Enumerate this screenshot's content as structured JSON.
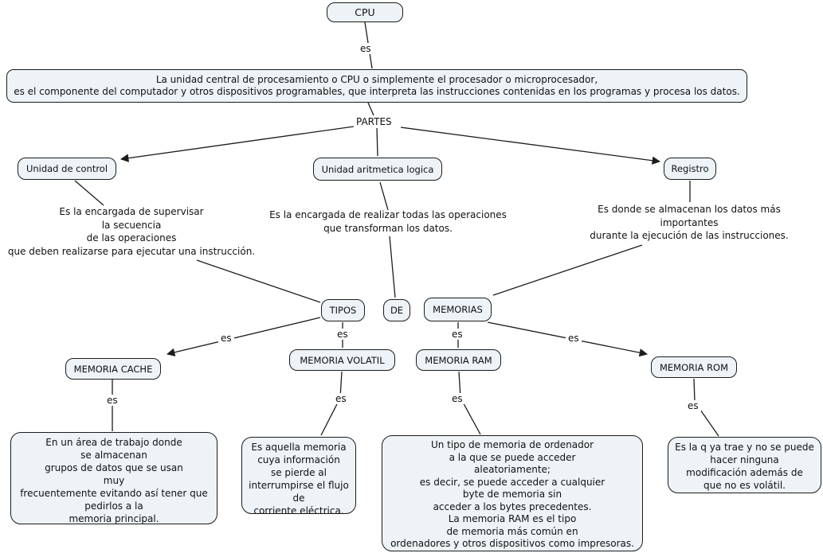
{
  "colors": {
    "background": "#ffffff",
    "node_fill": "#edf3f7",
    "node_border": "#1c1c1c",
    "line": "#1c1c1c",
    "text": "#111111"
  },
  "nodes": {
    "cpu": "CPU",
    "definition": "La unidad central de procesamiento o CPU  o simplemente el procesador o microprocesador,\nes el componente del computador y otros dispositivos programables, que interpreta las instrucciones contenidas en los programas y procesa los datos.",
    "unidad_control": "Unidad de control",
    "unidad_aritmetica": "Unidad aritmetica logica",
    "registro": "Registro",
    "tipos": "TIPOS",
    "de": "DE",
    "memorias": "MEMORIAS",
    "memoria_cache": "MEMORIA CACHE",
    "memoria_volatil": "MEMORIA VOLATIL",
    "memoria_ram": "MEMORIA RAM",
    "memoria_rom": "MEMORIA ROM",
    "control_desc": "Es la encargada de supervisar\nla secuencia\nde las operaciones\nque deben realizarse para ejecutar una instrucción.",
    "ual_desc": "Es la encargada de realizar todas las operaciones\nque transforman los datos.",
    "registro_desc": "Es donde se almacenan los datos más\nimportantes\ndurante la ejecución de las instrucciones.",
    "cache_desc": "En un área de trabajo donde\nse almacenan\ngrupos de datos que se usan\nmuy\nfrecuentemente evitando así tener que\npedirlos a la\nmemoria principal.",
    "volatil_desc": "Es aquella memoria\ncuya información\nse pierde al\ninterrumpirse el flujo\nde\ncorriente eléctrica.",
    "ram_desc": "Un tipo de memoria de ordenador\na la que se puede acceder\naleatoriamente;\nes decir, se puede acceder a cualquier\nbyte de memoria sin\nacceder a los bytes precedentes.\nLa memoria RAM es el tipo\nde memoria más común en\nordenadores y otros dispositivos como impresoras.",
    "rom_desc": "Es la q ya trae y no se puede\nhacer ninguna\nmodificación además de\nque no es volátil."
  },
  "link_labels": {
    "partes": "PARTES",
    "es": "es"
  }
}
